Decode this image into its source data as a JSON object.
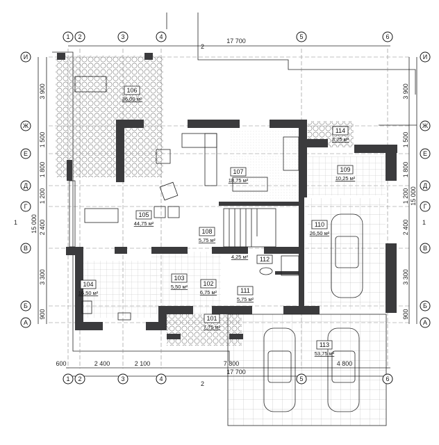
{
  "axes_x": [
    {
      "label": "1",
      "v": 98
    },
    {
      "label": "2",
      "v": 115
    },
    {
      "label": "3",
      "v": 177
    },
    {
      "label": "4",
      "v": 232
    },
    {
      "label": "5",
      "v": 434
    },
    {
      "label": "6",
      "v": 558
    }
  ],
  "axes_y": [
    {
      "label": "И",
      "v": 82
    },
    {
      "label": "Ж",
      "v": 181
    },
    {
      "label": "Е",
      "v": 221
    },
    {
      "label": "Д",
      "v": 267
    },
    {
      "label": "Г",
      "v": 297
    },
    {
      "label": "В",
      "v": 357
    },
    {
      "label": "Б",
      "v": 440
    },
    {
      "label": "А",
      "v": 464
    }
  ],
  "dims": {
    "top_total": "17 700",
    "bottom_total": "17 700",
    "bottom_segments": [
      "600",
      "2 400",
      "2 100",
      "7 800",
      "4 800"
    ],
    "side_segments": [
      "3 900",
      "1 500",
      "1 800",
      "1 200",
      "2 400",
      "3 300",
      "900"
    ],
    "side_total": "15 000",
    "section_1": "1",
    "section_2": "2"
  },
  "rooms": [
    {
      "num": "106",
      "area": "36,00 м²"
    },
    {
      "num": "105",
      "area": "44,75 м²"
    },
    {
      "num": "107",
      "area": "18,75 м²"
    },
    {
      "num": "108",
      "area": "5,75 м²"
    },
    {
      "num": "109",
      "area": "10,25 м²"
    },
    {
      "num": "110",
      "area": "26,50 м²"
    },
    {
      "num": "114",
      "area": "3,75 м²"
    },
    {
      "num": "104",
      "area": "16,50 м²"
    },
    {
      "num": "103",
      "area": "5,50 м²"
    },
    {
      "num": "102",
      "area": "6,75 м²"
    },
    {
      "num": "112",
      "area": "4,25 м²"
    },
    {
      "num": "111",
      "area": "5,75 м²"
    },
    {
      "num": "101",
      "area": "7,75 м²"
    },
    {
      "num": "113",
      "area": "53,75 м²"
    }
  ]
}
